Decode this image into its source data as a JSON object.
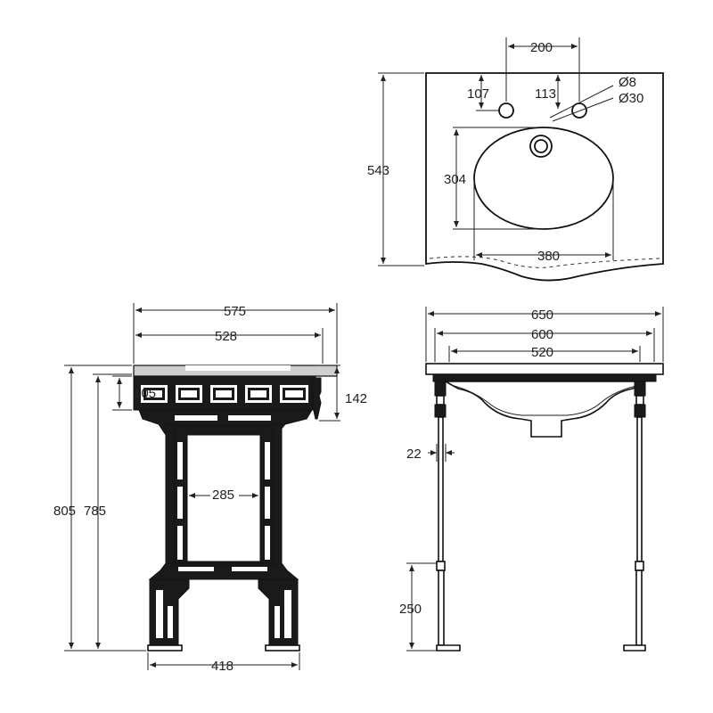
{
  "top_view": {
    "width_overall": "543",
    "tap_spacing": "200",
    "tap_left_offset": "107",
    "tap_right_offset": "113",
    "hole_small": "Ø8",
    "hole_large": "Ø30",
    "bowl_depth": "304",
    "bowl_width": "380"
  },
  "front_view": {
    "top_width": "575",
    "inner_width": "528",
    "apron_height": "105",
    "apron_drop": "142",
    "frame_width": "285",
    "foot_width": "418",
    "height_total": "805",
    "height_frame": "785"
  },
  "side_view": {
    "outer_width": "650",
    "mid_width": "600",
    "inner_width": "520",
    "leg_diameter": "22",
    "foot_height": "250"
  }
}
